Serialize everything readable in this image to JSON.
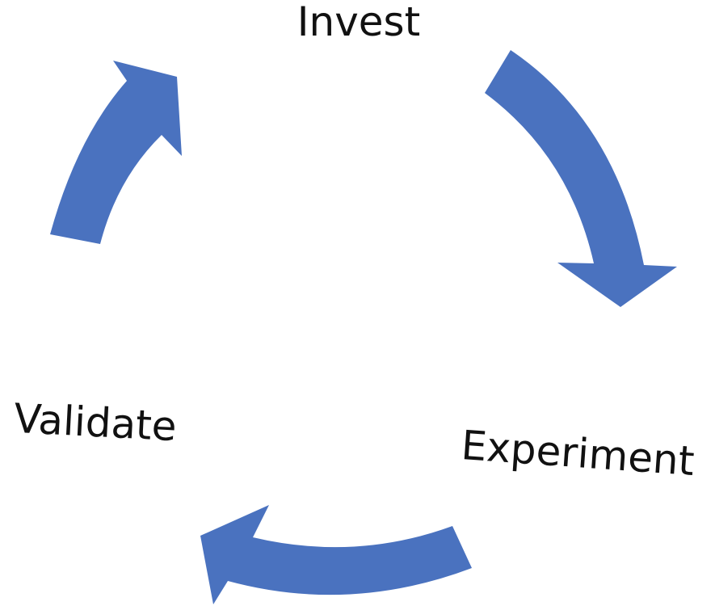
{
  "diagram": {
    "type": "cycle",
    "arrow_color": "#4a72bf",
    "text_color": "#111111",
    "stages": [
      {
        "id": "invest",
        "label": "Invest"
      },
      {
        "id": "experiment",
        "label": "Experiment"
      },
      {
        "id": "validate",
        "label": "Validate"
      }
    ],
    "flow": [
      {
        "from": "invest",
        "to": "experiment"
      },
      {
        "from": "experiment",
        "to": "validate"
      },
      {
        "from": "validate",
        "to": "invest"
      }
    ]
  }
}
